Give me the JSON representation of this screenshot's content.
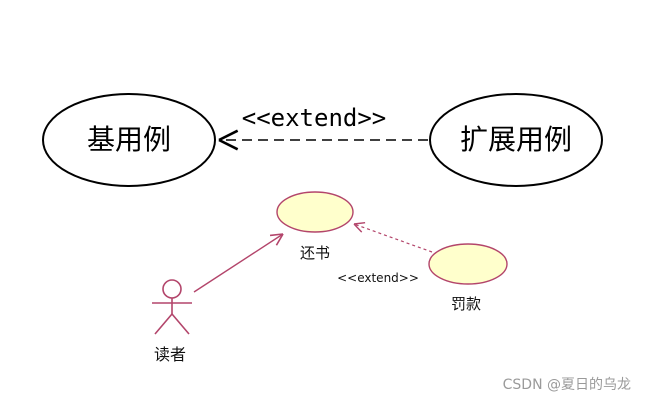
{
  "diagram": {
    "top": {
      "base_use_case": "基用例",
      "extension_use_case": "扩展用例",
      "stereotype": "<<extend>>"
    },
    "bottom": {
      "actor": "读者",
      "use_case_return": "还书",
      "use_case_fine": "罚款",
      "stereotype": "<<extend>>"
    },
    "colors": {
      "top_stroke": "#000000",
      "bottom_stroke": "#b3456b",
      "bottom_fill": "#ffffcc",
      "bottom_label": "#111111"
    }
  },
  "watermark": "CSDN @夏日的乌龙"
}
